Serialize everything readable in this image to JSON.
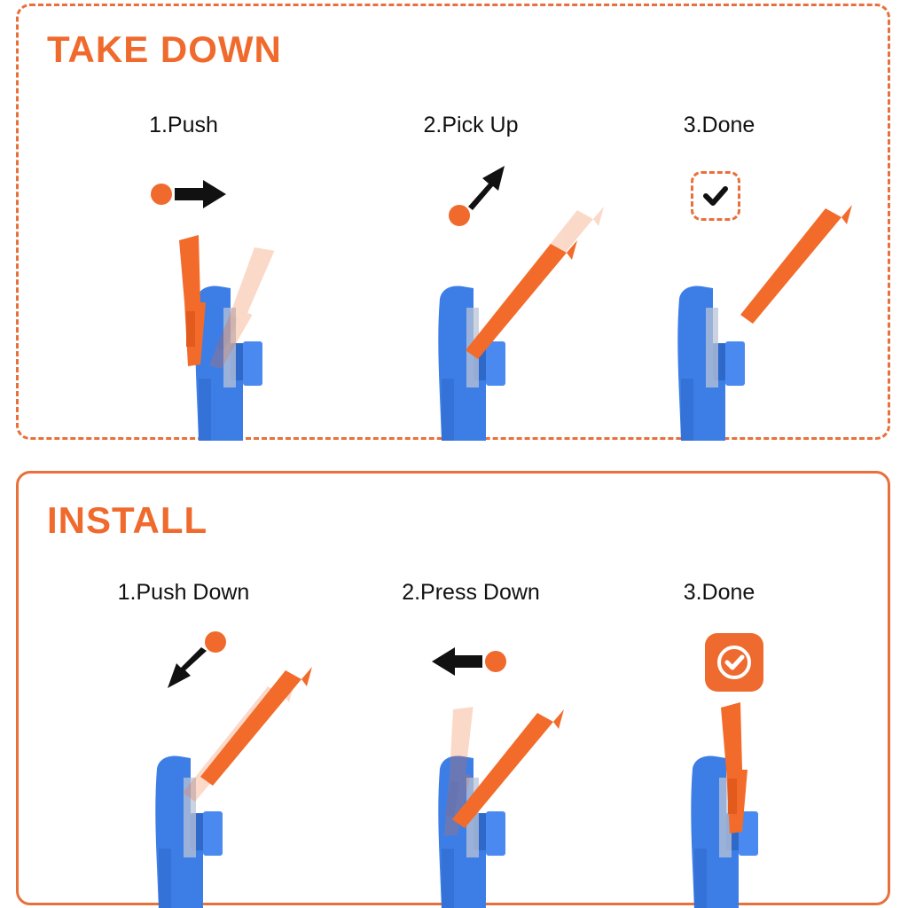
{
  "sections": [
    {
      "title": "TAKE DOWN",
      "steps": [
        {
          "label": "1.Push",
          "indicator": "push-arrow-right"
        },
        {
          "label": "2.Pick Up",
          "indicator": "arrow-up-right"
        },
        {
          "label": "3.Done",
          "indicator": "check-dashed-icon"
        }
      ]
    },
    {
      "title": "INSTALL",
      "steps": [
        {
          "label": "1.Push Down",
          "indicator": "arrow-down-left"
        },
        {
          "label": "2.Press Down",
          "indicator": "push-arrow-left"
        },
        {
          "label": "3.Done",
          "indicator": "check-solid-icon"
        }
      ]
    }
  ],
  "colors": {
    "accent": "#ef6a2c",
    "tool_blue": "#3d7ee6",
    "blade_orange": "#f26b2a",
    "arrow": "#111111"
  }
}
